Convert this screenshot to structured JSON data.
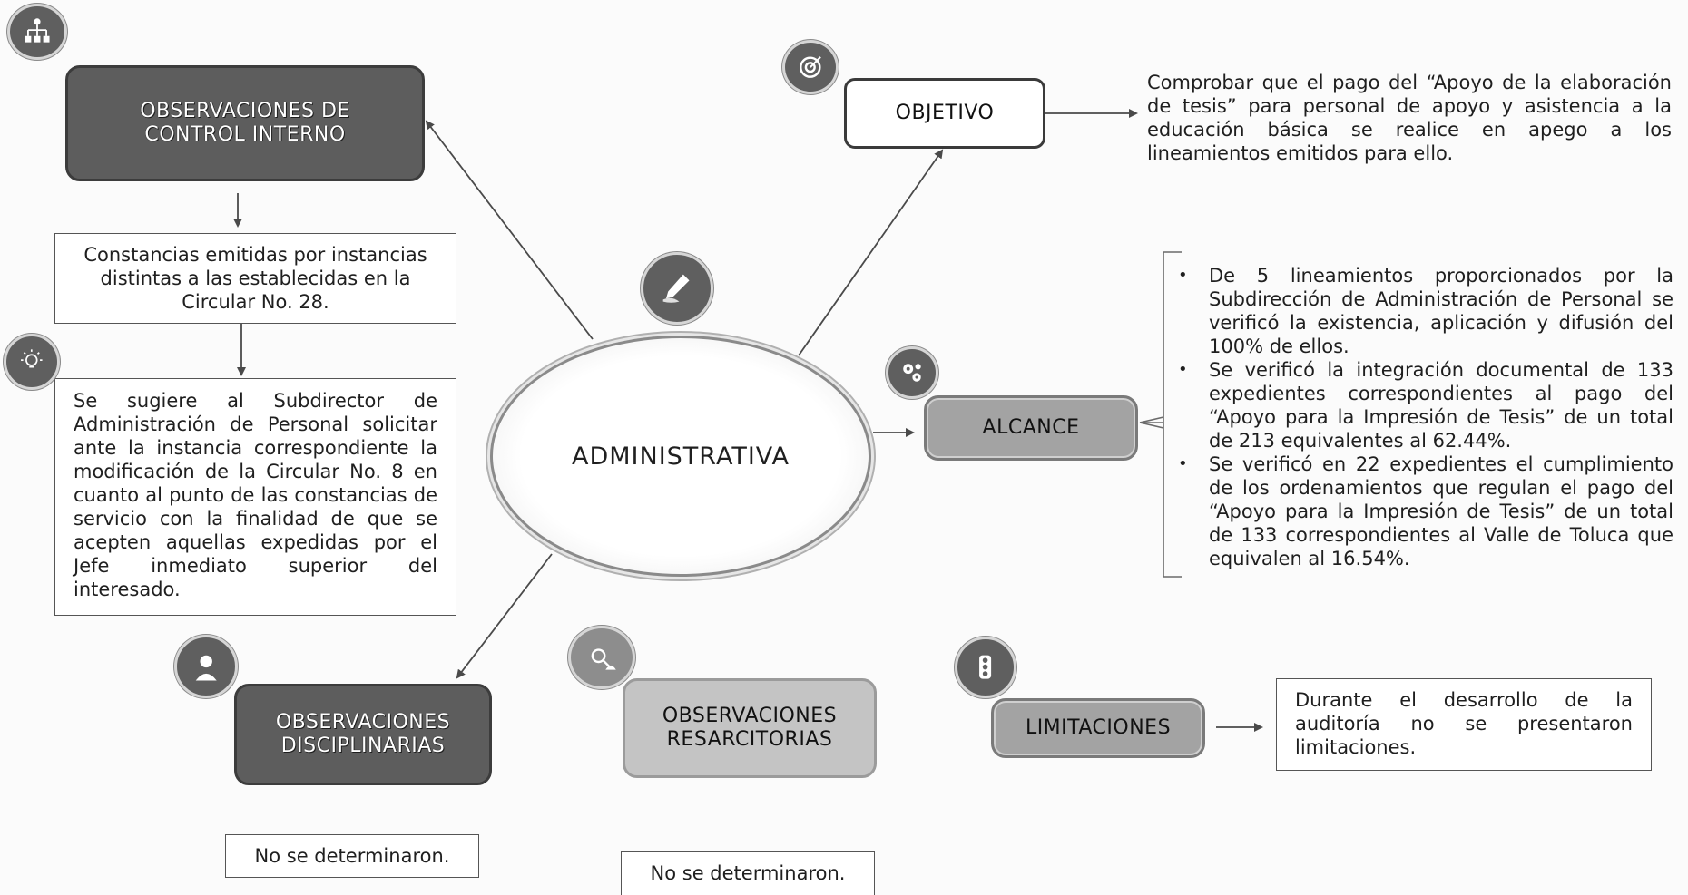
{
  "center": {
    "label": "ADMINISTRATIVA"
  },
  "control_interno": {
    "title": "OBSERVACIONES DE CONTROL INTERNO",
    "finding": "Constancias emitidas por instancias distintas a las establecidas en la Circular No. 28.",
    "recommendation": "Se sugiere al Subdirector de Administración de Personal solicitar ante la instancia correspondiente la modificación de la Circular No. 8 en cuanto al punto de las constancias de servicio con la finalidad de que se acepten aquellas expedidas por el Jefe inmediato superior del interesado."
  },
  "objetivo": {
    "title": "OBJETIVO",
    "text": "Comprobar que el pago del “Apoyo de la elaboración de tesis” para personal de apoyo y asistencia a la educación básica se realice en apego a los lineamientos emitidos para ello."
  },
  "alcance": {
    "title": "ALCANCE",
    "items": [
      "De 5 lineamientos proporcionados por la Subdirección de Administración de Personal se verificó la existencia, aplicación y difusión del 100% de ellos.",
      "Se verificó la integración documental de 133 expedientes correspondientes al pago del “Apoyo para la Impresión de Tesis” de un total de 213 equivalentes al 62.44%.",
      "Se verificó en 22 expedientes el cumplimiento de los ordenamientos que regulan el pago del “Apoyo para la Impresión de Tesis” de un total de 133 correspondientes al Valle de Toluca que equivalen al 16.54%."
    ]
  },
  "disciplinarias": {
    "title": "OBSERVACIONES DISCIPLINARIAS",
    "result": "No se determinaron."
  },
  "resarcitorias": {
    "title": "OBSERVACIONES RESARCITORIAS",
    "result": "No se determinaron."
  },
  "limitaciones": {
    "title": "LIMITACIONES",
    "text": "Durante el desarrollo de la auditoría no se presentaron limitaciones."
  },
  "icons": {
    "org": "org-chart-icon",
    "target": "target-icon",
    "pen": "pen-hand-icon",
    "gears": "gears-icon",
    "bulb": "lightbulb-icon",
    "person": "person-icon",
    "search": "magnifier-person-icon",
    "traffic": "traffic-light-icon"
  }
}
